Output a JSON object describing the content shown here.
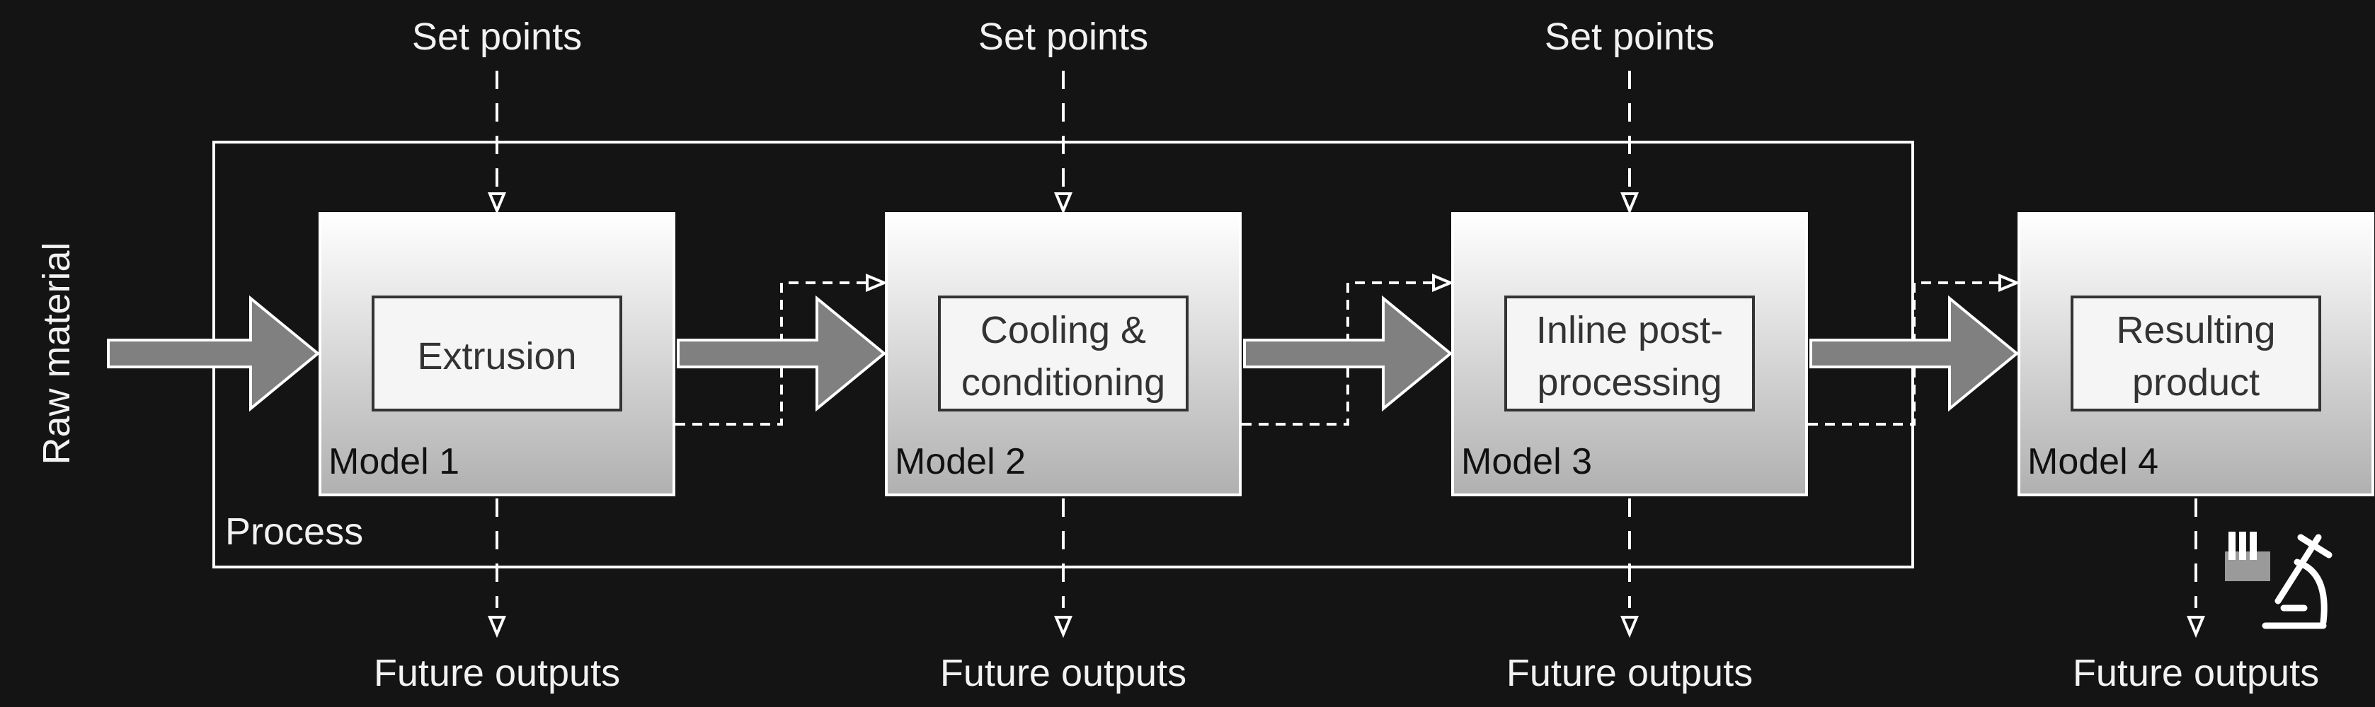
{
  "diagram": {
    "input_label": "Raw material",
    "process_label": "Process",
    "stages": [
      {
        "model": "Model 1",
        "lines": [
          "Extrusion"
        ],
        "set_points": "Set points",
        "outputs": "Future outputs"
      },
      {
        "model": "Model 2",
        "lines": [
          "Cooling &",
          "conditioning"
        ],
        "set_points": "Set points",
        "outputs": "Future outputs"
      },
      {
        "model": "Model 3",
        "lines": [
          "Inline post-",
          "processing"
        ],
        "set_points": "Set points",
        "outputs": "Future outputs"
      },
      {
        "model": "Model 4",
        "lines": [
          "Resulting",
          "product"
        ],
        "outputs": "Future outputs"
      }
    ],
    "icons": [
      "test-tubes-icon",
      "microscope-icon"
    ],
    "colors": {
      "background": "#141414",
      "line": "#ffffff",
      "arrow": "#808080",
      "text": "#f2f2f2"
    }
  }
}
